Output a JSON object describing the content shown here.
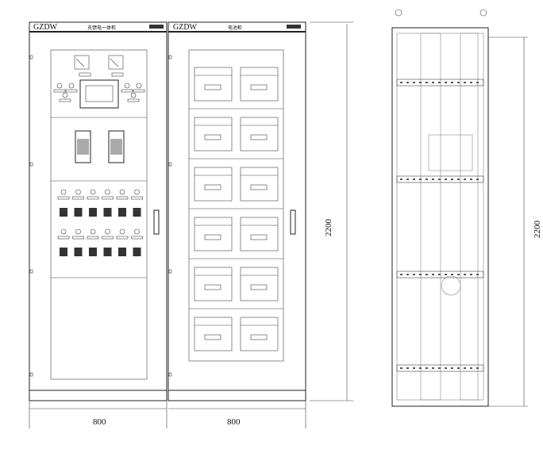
{
  "front_view": {
    "cabinet_left": {
      "brand": "GZDW",
      "title": "充馈电一体柜"
    },
    "cabinet_right": {
      "brand": "GZDW",
      "title": "电池柜"
    },
    "width_left_label": "800",
    "width_right_label": "800",
    "height_label": "2200"
  },
  "side_view": {
    "height_label": "2200"
  },
  "battery_rows": 6,
  "breaker_rows": 2,
  "breakers_per_row": 6
}
